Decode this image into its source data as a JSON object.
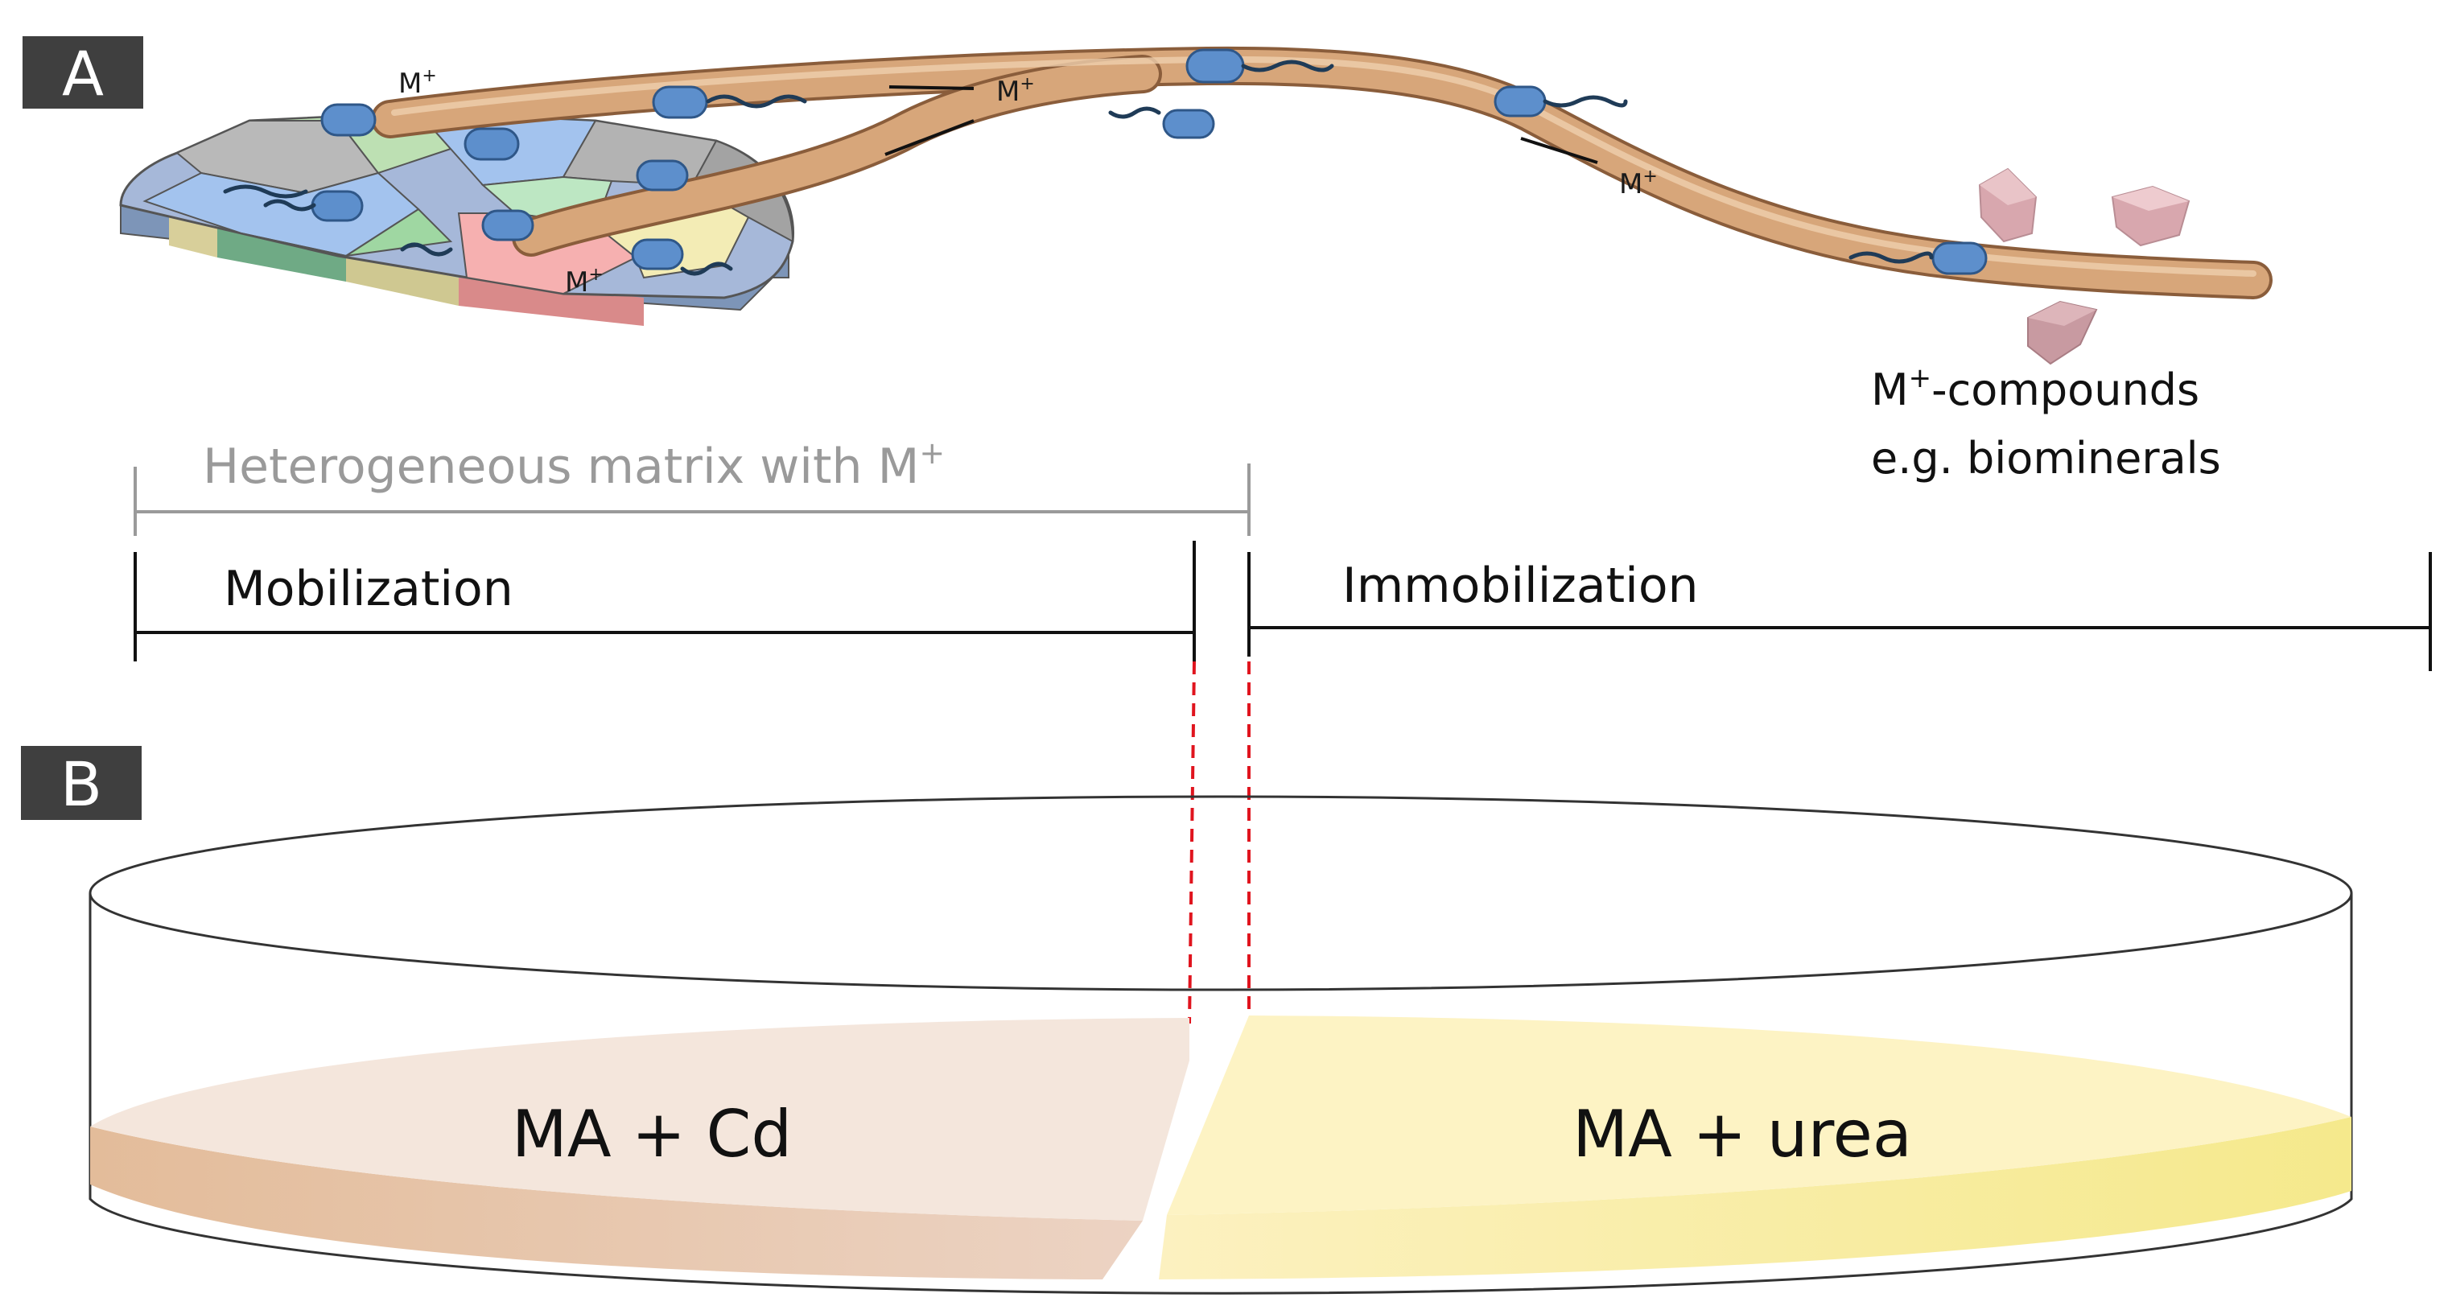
{
  "panel_a": {
    "label": "A",
    "ion_labels": [
      {
        "base": "M",
        "sup": "+"
      },
      {
        "base": "M",
        "sup": "+"
      },
      {
        "base": "M",
        "sup": "+"
      },
      {
        "base": "M",
        "sup": "+"
      }
    ],
    "compounds": {
      "line1_base": "M",
      "line1_sup": "+",
      "line1_rest": "-compounds",
      "line2": "e.g. biominerals"
    },
    "matrix_label": {
      "base": "Heterogeneous matrix with M",
      "sup": "+"
    },
    "phases": {
      "left": "Mobilization",
      "right": "Immobilization"
    }
  },
  "panel_b": {
    "label": "B",
    "left_medium": "MA + Cd",
    "right_medium": "MA + urea"
  },
  "colors": {
    "label_box": "#3f3f3f",
    "hypha": "#d7a67a",
    "bacteria": "#5d8fcc",
    "crystal": "#d8a7ae",
    "cd_agar": "#f4e6dc",
    "urea_agar": "#fdf3c4",
    "separator": "#e0141e"
  }
}
